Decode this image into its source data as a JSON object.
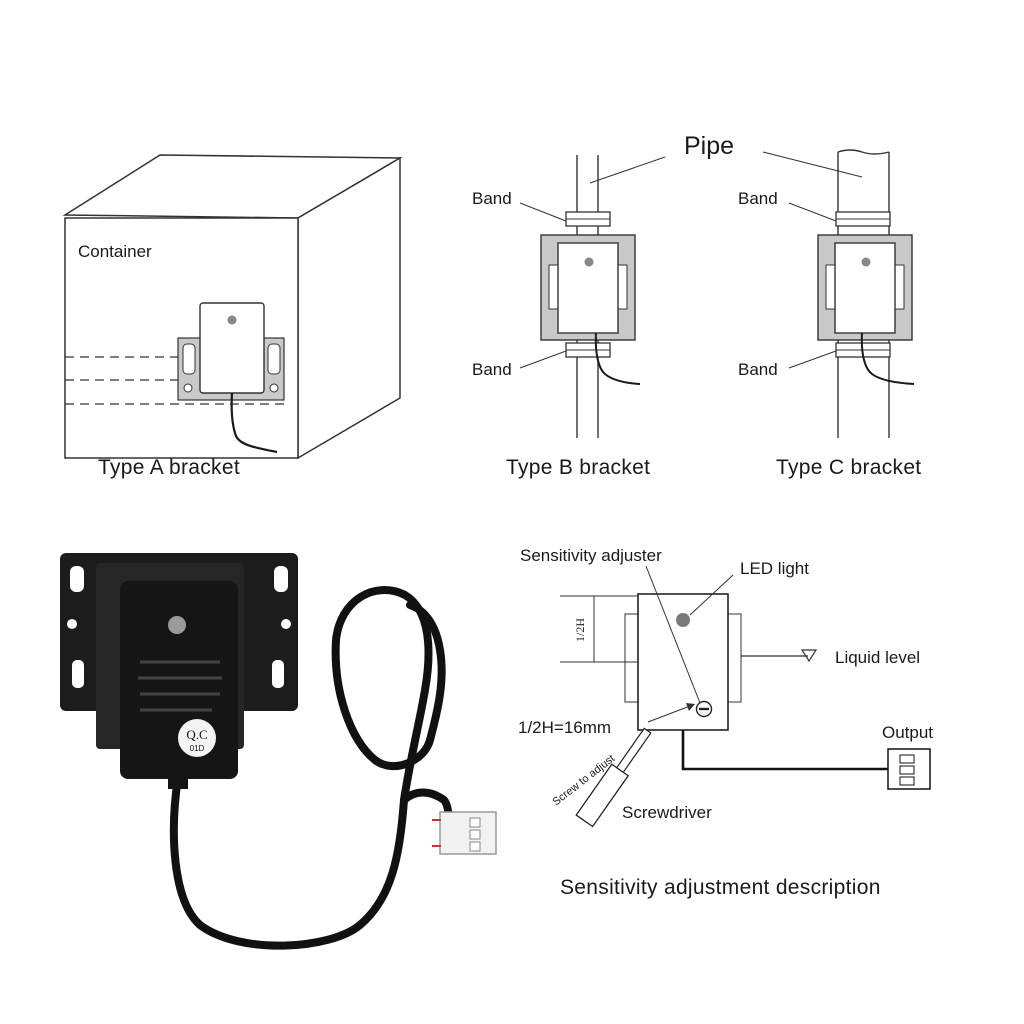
{
  "type_a": {
    "container_label": "Container",
    "caption": "Type A bracket"
  },
  "type_bc": {
    "pipe_label": "Pipe",
    "band_label": "Band",
    "caption_b": "Type B bracket",
    "caption_c": "Type C bracket"
  },
  "photo": {
    "qc_label": "Q.C",
    "qc_code": "01D"
  },
  "sensitivity": {
    "adjuster_label": "Sensitivity adjuster",
    "led_label": "LED light",
    "half_height_mark": "1/2H",
    "liquid_level_label": "Liquid level",
    "half_height_value": "1/2H=16mm",
    "output_label": "Output",
    "screw_label": "Screw to adjust",
    "screwdriver_label": "Screwdriver",
    "title": "Sensitivity adjustment description"
  }
}
